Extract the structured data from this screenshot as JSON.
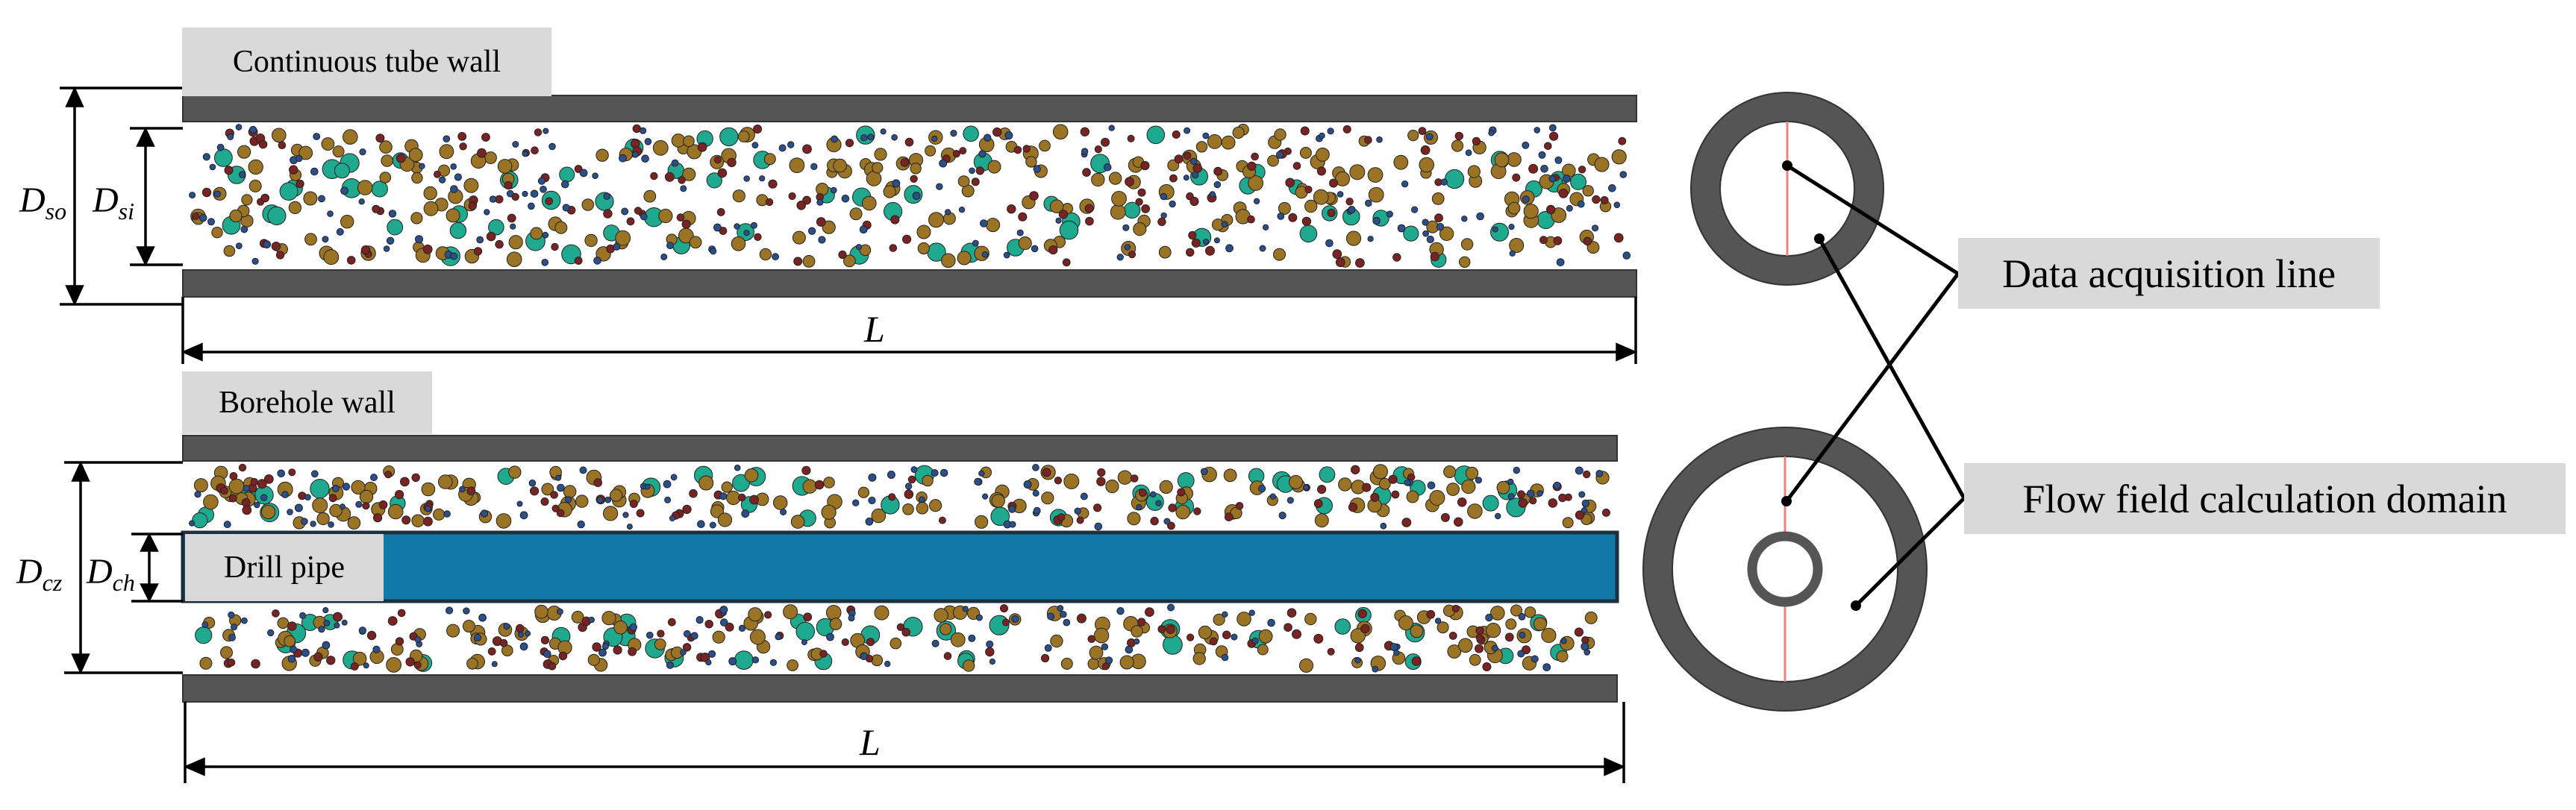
{
  "top_panel": {
    "label": "Continuous tube wall",
    "dim_outer": {
      "main": "D",
      "sub": "so"
    },
    "dim_inner": {
      "main": "D",
      "sub": "si"
    },
    "dim_length": "L"
  },
  "bottom_panel": {
    "label": "Borehole wall",
    "pipe_label": "Drill pipe",
    "dim_outer": {
      "main": "D",
      "sub": "cz"
    },
    "dim_inner": {
      "main": "D",
      "sub": "ch"
    },
    "dim_length": "L"
  },
  "callouts": {
    "data_line": "Data acquisition line",
    "flow_domain": "Flow field calculation domain"
  },
  "colors": {
    "wall": "#555555",
    "pipe": "#1179a8",
    "particle_teal": "#1fa98f",
    "particle_brown": "#9b7325",
    "particle_darkred": "#7a2323",
    "particle_blue": "#2a4f8a",
    "acquisition_line": "#f08080"
  }
}
